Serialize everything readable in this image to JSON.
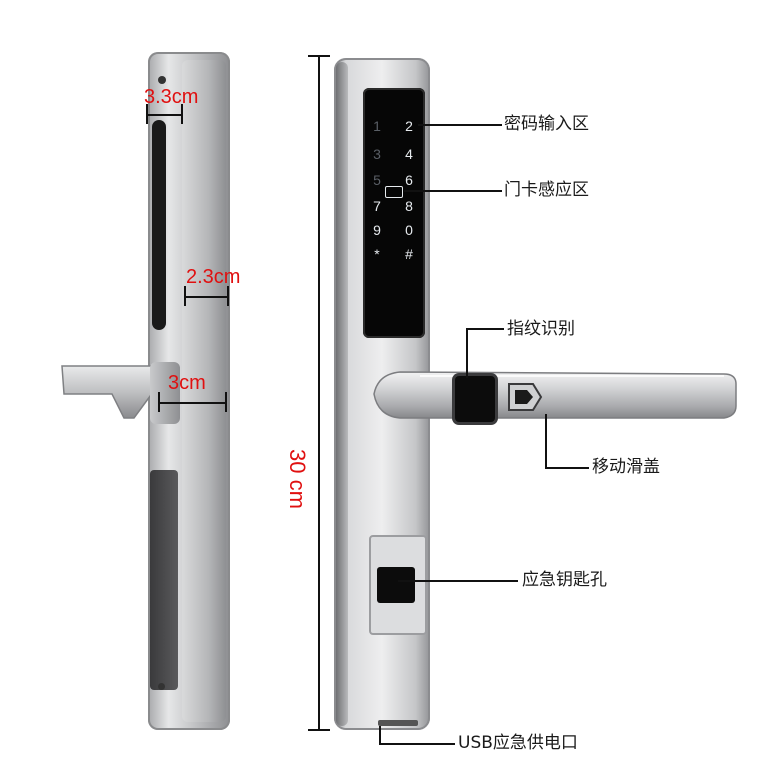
{
  "callouts": {
    "keypad_area": "密码输入区",
    "card_area": "门卡感应区",
    "fingerprint": "指纹识别",
    "slide_cover": "移动滑盖",
    "emergency_keyhole": "应急钥匙孔",
    "usb_power": "USB应急供电口"
  },
  "dimensions": {
    "depth_top": "3.3cm",
    "depth_mid": "2.3cm",
    "depth_handle": "3cm",
    "height": "30 cm"
  },
  "keypad": {
    "keys": [
      {
        "label": "1",
        "state": "dim"
      },
      {
        "label": "2",
        "state": "lit"
      },
      {
        "label": "3",
        "state": "dim"
      },
      {
        "label": "4",
        "state": "lit"
      },
      {
        "label": "5",
        "state": "dim"
      },
      {
        "label": "6",
        "state": "lit"
      },
      {
        "label": "7",
        "state": "lit"
      },
      {
        "label": "8",
        "state": "lit"
      },
      {
        "label": "9",
        "state": "lit"
      },
      {
        "label": "0",
        "state": "lit"
      },
      {
        "label": "*",
        "state": "lit"
      },
      {
        "label": "#",
        "state": "lit"
      }
    ]
  },
  "colors": {
    "dimension_red": "#e01010",
    "callout_black": "#111111",
    "metal_light": "#eeeeef",
    "metal_dark": "#8a8b8e",
    "panel_black": "#060606"
  }
}
